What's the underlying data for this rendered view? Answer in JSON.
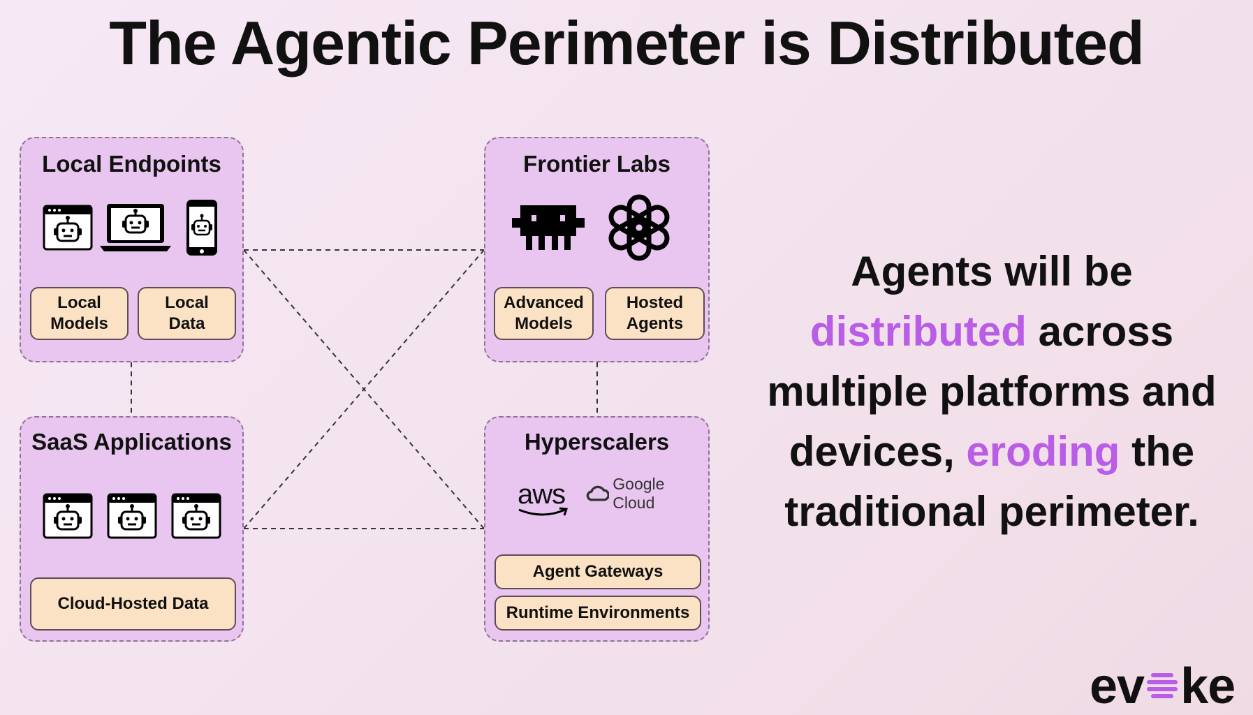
{
  "title": "The Agentic Perimeter is Distributed",
  "boxes": {
    "local_endpoints": {
      "title": "Local Endpoints",
      "icons": [
        "browser-agent-icon",
        "laptop-agent-icon",
        "phone-agent-icon"
      ],
      "chips": [
        "Local\nModels",
        "Local\nData"
      ]
    },
    "frontier_labs": {
      "title": "Frontier Labs",
      "icons": [
        "anthropic-icon",
        "openai-icon"
      ],
      "chips": [
        "Advanced\nModels",
        "Hosted\nAgents"
      ]
    },
    "saas_applications": {
      "title": "SaaS Applications",
      "icons": [
        "browser-agent-icon",
        "browser-agent-icon",
        "browser-agent-icon"
      ],
      "chips": [
        "Cloud-Hosted Data"
      ]
    },
    "hyperscalers": {
      "title": "Hyperscalers",
      "logos": {
        "aws": "aws",
        "google_cloud": "Google Cloud"
      },
      "chips": [
        "Agent Gateways",
        "Runtime Environments"
      ]
    }
  },
  "statement": {
    "part1": "Agents will be",
    "highlight1": "distributed",
    "part2": " across multiple platforms and devices, ",
    "highlight2": "eroding",
    "part3": " the traditional perimeter."
  },
  "colors": {
    "accent": "#b95ce6",
    "box_fill": "#e9c6f0",
    "chip_fill": "#fbe2c4"
  },
  "logo": {
    "text_left": "ev",
    "text_right": "ke"
  }
}
